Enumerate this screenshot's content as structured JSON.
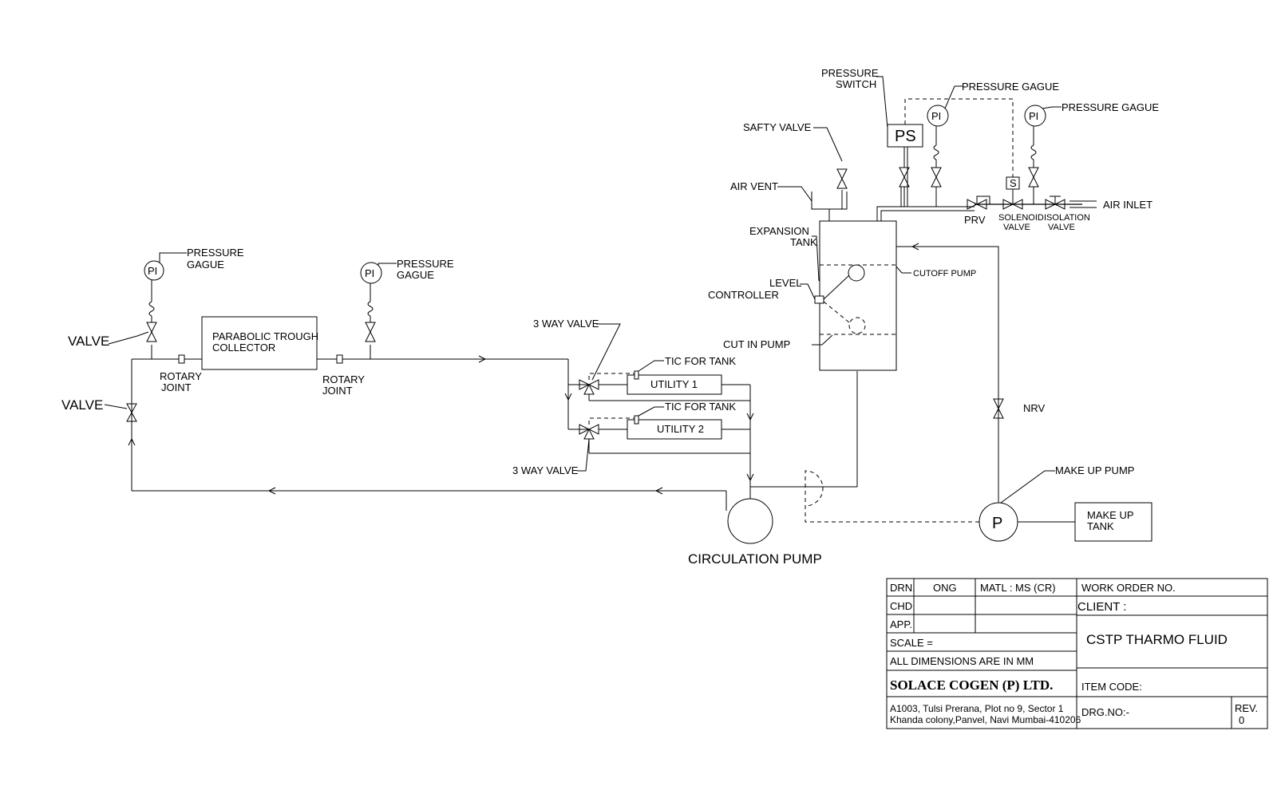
{
  "labels": {
    "pressure_switch_l1": "PRESSURE",
    "pressure_switch_l2": "SWITCH",
    "pressure_gague_top1": "PRESSURE GAGUE",
    "pressure_gague_top2": "PRESSURE GAGUE",
    "safty_valve": "SAFTY VALVE",
    "air_vent": "AIR VENT",
    "ps": "PS",
    "pi": "PI",
    "s": "S",
    "air_inlet": "AIR INLET",
    "prv": "PRV",
    "solenoid_l1": "SOLENOID",
    "solenoid_l2": "VALVE",
    "isolation_l1": "ISOLATION",
    "isolation_l2": "VALVE",
    "expansion_l1": "EXPANSION",
    "expansion_l2": "TANK",
    "cutoff_pump": "CUTOFF PUMP",
    "level_l1": "LEVEL",
    "level_l2": "CONTROLLER",
    "cut_in_pump": "CUT IN PUMP",
    "nrv": "NRV",
    "make_up_pump": "MAKE UP PUMP",
    "p": "P",
    "make_up_tank_l1": "MAKE UP",
    "make_up_tank_l2": "TANK",
    "circulation_pump": "CIRCULATION PUMP",
    "pressure_l1": "PRESSURE",
    "gague_l2": "GAGUE",
    "valve": "VALVE",
    "collector_l1": "PARABOLIC TROUGH",
    "collector_l2": "COLLECTOR",
    "rotary_l1": "ROTARY",
    "rotary_l2": "JOINT",
    "three_way_valve": "3 WAY VALVE",
    "tic_for_tank": "TIC FOR TANK",
    "utility_1": "UTILITY 1",
    "utility_2": "UTILITY 2"
  },
  "title_block": {
    "drn_label": "DRN.",
    "drn_value": "ONG",
    "matl": "MATL : MS (CR)",
    "chd_label": "CHD",
    "app_label": "APP.",
    "scale": "SCALE =",
    "dimensions_note": "ALL DIMENSIONS ARE IN MM",
    "company": "SOLACE COGEN (P) LTD.",
    "address_l1": "A1003, Tulsi Prerana, Plot no 9, Sector 1",
    "address_l2": "Khanda colony,Panvel, Navi Mumbai-410206",
    "work_order": "WORK ORDER NO.",
    "client": "CLIENT :",
    "project": "CSTP THARMO FLUID",
    "item_code": "ITEM CODE:",
    "drg_no": "DRG.NO:-",
    "rev_label": "REV.",
    "rev_value": "0"
  }
}
